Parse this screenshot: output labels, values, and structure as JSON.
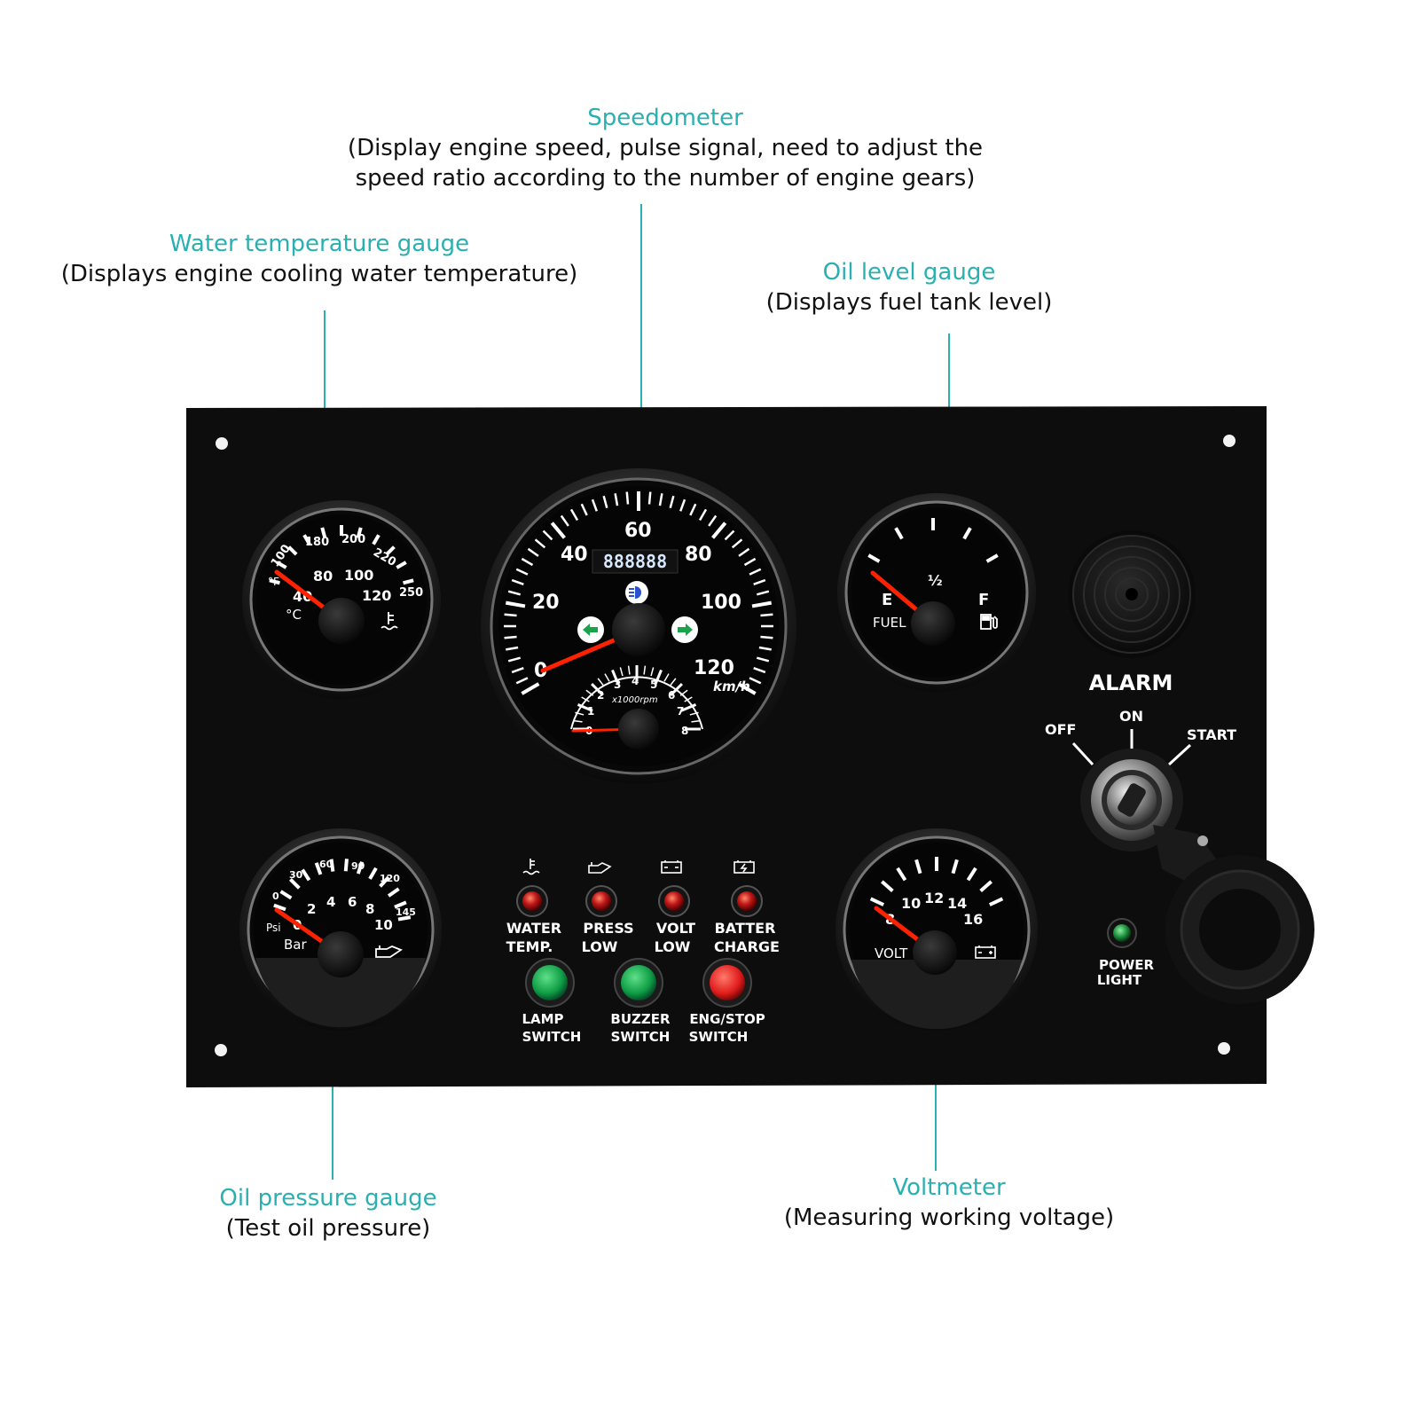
{
  "colors": {
    "accent": "#2ab0b0",
    "panel": "#0d0d0d",
    "needle": "#ff2200",
    "green": "#1aa34a",
    "red": "#e31e1e",
    "text": "#111111"
  },
  "callouts": {
    "speedometer": {
      "title": "Speedometer",
      "desc1": "(Display engine speed, pulse signal, need to adjust the",
      "desc2": "speed ratio according to the number of engine gears)"
    },
    "water_temp": {
      "title": "Water temperature gauge",
      "desc": "(Displays engine cooling water temperature)"
    },
    "oil_level": {
      "title": "Oil level gauge",
      "desc": "(Displays fuel tank level)"
    },
    "oil_pressure": {
      "title": "Oil pressure gauge",
      "desc": "(Test oil pressure)"
    },
    "voltmeter": {
      "title": "Voltmeter",
      "desc": "(Measuring working voltage)"
    }
  },
  "gauges": {
    "water_temp": {
      "f_ticks": [
        "100",
        "180",
        "200",
        "220",
        "250"
      ],
      "c_ticks": [
        "40",
        "80",
        "100",
        "120"
      ],
      "unit_f": "°F",
      "unit_c": "°C",
      "icon": "coolant-icon"
    },
    "speedometer": {
      "ticks": [
        "0",
        "20",
        "40",
        "60",
        "80",
        "100",
        "120"
      ],
      "unit": "km/h",
      "odometer": "888888",
      "rpm_ticks": [
        "0",
        "1",
        "2",
        "3",
        "4",
        "5",
        "6",
        "7",
        "8"
      ],
      "rpm_unit": "x1000rpm"
    },
    "fuel": {
      "empty": "E",
      "half": "½",
      "full": "F",
      "label": "FUEL",
      "icon": "fuel-pump-icon"
    },
    "oil_pressure": {
      "psi_ticks": [
        "0",
        "30",
        "60",
        "90",
        "120",
        "145"
      ],
      "bar_ticks": [
        "0",
        "2",
        "4",
        "6",
        "8",
        "10"
      ],
      "unit_psi": "Psi",
      "unit_bar": "Bar",
      "icon": "oil-can-icon"
    },
    "voltmeter": {
      "ticks": [
        "8",
        "10",
        "12",
        "14",
        "16"
      ],
      "label": "VOLT",
      "icon": "battery-icon"
    }
  },
  "warning_lights": [
    {
      "icon": "coolant-icon",
      "line1": "WATER",
      "line2": "TEMP."
    },
    {
      "icon": "oil-can-icon",
      "line1": "PRESS",
      "line2": "LOW"
    },
    {
      "icon": "battery-icon",
      "line1": "VOLT",
      "line2": "LOW"
    },
    {
      "icon": "battery-charge-icon",
      "line1": "BATTER",
      "line2": "CHARGE"
    }
  ],
  "switches": [
    {
      "line1": "LAMP",
      "line2": "SWITCH",
      "color": "#1aa34a"
    },
    {
      "line1": "BUZZER",
      "line2": "SWITCH",
      "color": "#1aa34a"
    },
    {
      "line1": "ENG/STOP",
      "line2": "SWITCH",
      "color": "#e31e1e"
    }
  ],
  "alarm": {
    "label": "ALARM"
  },
  "ignition": {
    "off": "OFF",
    "on": "ON",
    "start": "START"
  },
  "power_light": {
    "line1": "POWER",
    "line2": "LIGHT"
  }
}
